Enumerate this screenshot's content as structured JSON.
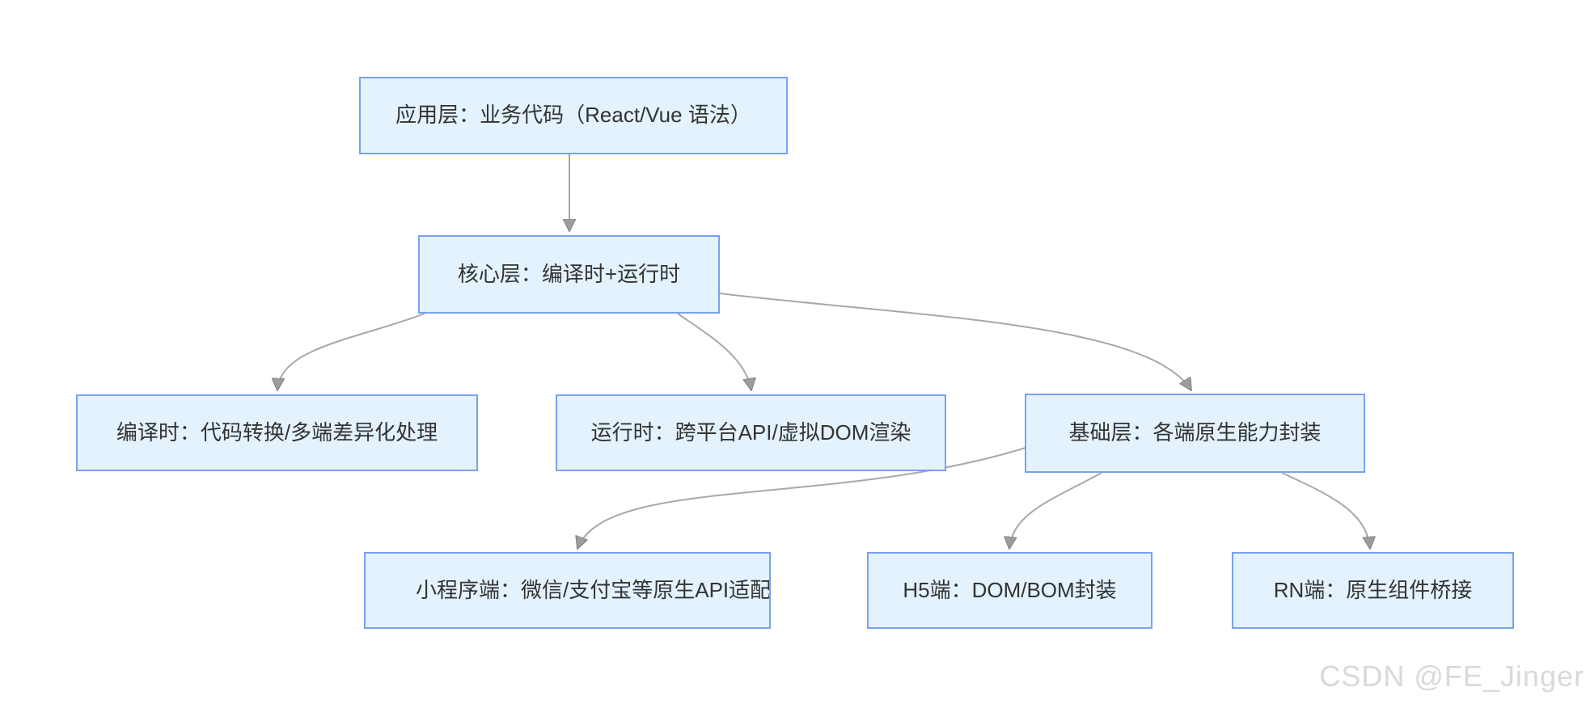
{
  "diagram": {
    "nodes": {
      "app": {
        "label": "应用层：业务代码（React/Vue 语法）"
      },
      "core": {
        "label": "核心层：编译时+运行时"
      },
      "compile": {
        "label": "编译时：代码转换/多端差异化处理"
      },
      "runtime": {
        "label": "运行时：跨平台API/虚拟DOM渲染"
      },
      "base": {
        "label": "基础层：各端原生能力封装"
      },
      "mini": {
        "label": "小程序端：微信/支付宝等原生API适配"
      },
      "h5": {
        "label": "H5端：DOM/BOM封装"
      },
      "rn": {
        "label": "RN端：原生组件桥接"
      }
    },
    "edges": [
      {
        "from": "app",
        "to": "core"
      },
      {
        "from": "core",
        "to": "compile"
      },
      {
        "from": "core",
        "to": "runtime"
      },
      {
        "from": "core",
        "to": "base"
      },
      {
        "from": "base",
        "to": "mini"
      },
      {
        "from": "base",
        "to": "h5"
      },
      {
        "from": "base",
        "to": "rn"
      }
    ],
    "colors": {
      "node_fill": "#e3f2fd",
      "node_border": "#79a1ee",
      "edge_line": "#a8a8a8",
      "arrow_fill": "#9c9c9c",
      "arrow_stroke": "#7d7d7d",
      "node_text": "#333333",
      "watermark_color": "#d9d9d9",
      "background": "#ffffff"
    }
  },
  "watermark": {
    "text": "CSDN @FE_Jinger"
  }
}
